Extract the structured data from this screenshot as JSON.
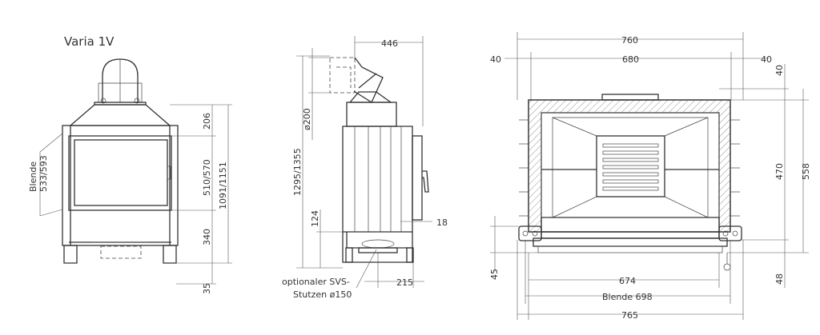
{
  "title": "Varia  1V",
  "front_view": {
    "dim_blende": "Blende",
    "dim_blende_value": "533/593",
    "dim_206": "206",
    "dim_510_570": "510/570",
    "dim_1091_1151": "1091/1151",
    "dim_340": "340",
    "dim_35": "35"
  },
  "side_view": {
    "dim_446": "446",
    "dim_diameter_200": "ø200",
    "dim_1295_1355": "1295/1355",
    "dim_124": "124",
    "dim_18": "18",
    "dim_215": "215",
    "note_line1": "optionaler SVS-",
    "note_line2": "Stutzen  ø150"
  },
  "top_view": {
    "dim_760": "760",
    "dim_680": "680",
    "dim_40_left": "40",
    "dim_40_right": "40",
    "dim_40_vertical": "40",
    "dim_470": "470",
    "dim_558": "558",
    "dim_45": "45",
    "dim_48": "48",
    "dim_674": "674",
    "dim_blende_698": "Blende  698",
    "dim_765": "765"
  }
}
